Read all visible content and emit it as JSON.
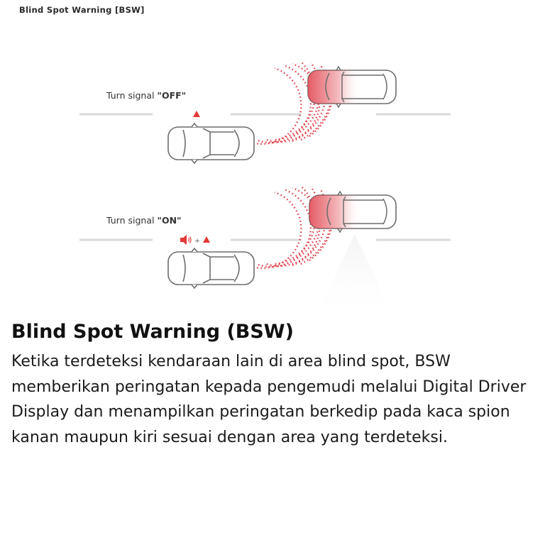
{
  "diagram": {
    "title": "Blind Spot Warning [BSW]",
    "scenario_off": {
      "label_prefix": "Turn signal ",
      "label_state": "\"OFF\""
    },
    "scenario_on": {
      "label_prefix": "Turn signal ",
      "label_state": "\"ON\"",
      "indicator_plus": "+"
    },
    "colors": {
      "warning_red": "#e53935",
      "wave_red": "#e0404a",
      "car_outline": "#6d6d6d",
      "lane_line": "#d9d9d9"
    }
  },
  "content": {
    "heading": "Blind Spot Warning (BSW)",
    "body": "Ketika terdeteksi kendaraan lain di area blind spot, BSW memberikan peringatan kepada pengemudi melalui Digital Driver Display dan menampilkan peringatan berkedip pada kaca spion kanan maupun kiri sesuai dengan area yang terdeteksi."
  }
}
